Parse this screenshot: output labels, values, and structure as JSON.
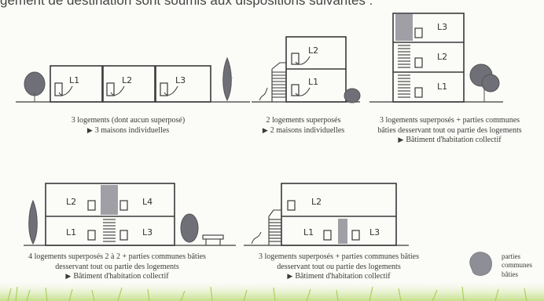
{
  "header": "gement de destination sont soumis aux dispositions suivantes :",
  "captions": [
    {
      "line1": "3 logements (dont aucun superposé)",
      "line2": "3 maisons individuelles"
    },
    {
      "line1": "2 logements superposés",
      "line2": "2 maisons individuelles"
    },
    {
      "line1": "3 logements superposés + parties communes",
      "line2": "bâties desservant tout ou partie des logements",
      "line3": "Bâtiment d'habitation collectif"
    },
    {
      "line1": "4 logements superposés 2 à 2 + parties communes bâties",
      "line2": "desservant tout ou partie des logements",
      "line3": "Bâtiment d'habitation collectif"
    },
    {
      "line1": "3 logements superposés + parties communes bâties",
      "line2": "desservant tout ou partie des logements",
      "line3": "Bâtiment d'habitation collectif"
    }
  ],
  "legend": {
    "line1": "parties",
    "line2": "communes",
    "line3": "bâties"
  },
  "units": {
    "d1": [
      "L1",
      "L2",
      "L3"
    ],
    "d2": [
      "L2",
      "L1"
    ],
    "d3": [
      "L3",
      "L2",
      "L1"
    ],
    "d4": [
      "L2",
      "L4",
      "L1",
      "L3"
    ],
    "d5": [
      "L2",
      "L1",
      "L3"
    ]
  },
  "colors": {
    "ink": "#3a3a3a",
    "common": "#8e8e96",
    "tree": "#6f6f77",
    "grass": "#a9cf5d"
  }
}
